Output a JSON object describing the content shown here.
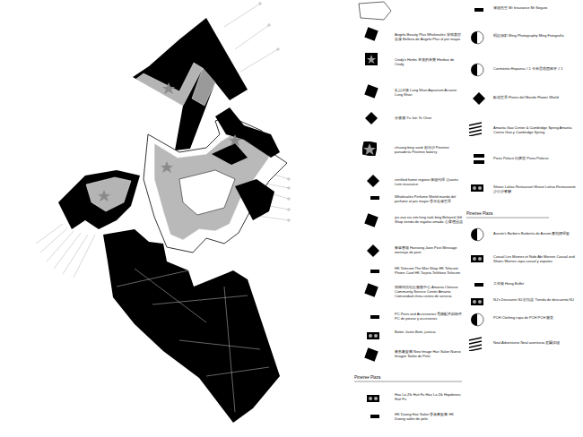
{
  "diagram": {
    "labels": [
      "Pinetree Plaza",
      "Pinetree Plaza"
    ],
    "legend": [
      {
        "text": "Angelo Beauty Plus Wholesales 安琪美容批發 Belleza de Angelo Plus al por mayor"
      },
      {
        "text": "Cindy's Herbs 辛迪的草藥 Hierbas de Cindy"
      },
      {
        "text": "龍山水族 Lung Shan Aquarium Acuario Lung Shan"
      },
      {
        "text": "余俊德 Yu Jun Te Chun"
      },
      {
        "text": "chuang bing sand 創冰沙 Pinetree panadería Pinetree bakery"
      },
      {
        "text": "certified home regions 保險代理 Quantu Lem insurance"
      },
      {
        "text": "Wholesales Perfume World mundo del perfume al por mayor 香水批發世界"
      },
      {
        "text": "yiu zuo xiu sim hing tuok bing Beloved Gift Shop tienda de regalos amado 心愛禮品店"
      },
      {
        "text": "新華書報 Hansong Joon Post Message mensaje de post"
      },
      {
        "text": "HK Telecom The Mini Shop HK Telecom Phone Card HK Tarjeta Teléfono Telecom"
      },
      {
        "text": "四神街坊社區服務中心 Amanta Chinese Community Service Center Amanta Comunidad china centro de servicio"
      },
      {
        "text": "PC Parts and Accessories 電腦配件與附件 PC de piezas y accesorios"
      },
      {
        "text": "Botter Justis Botti, justicia"
      },
      {
        "text": "新形象髮廊 New Image Hair Salon Nuevo Imagen Salón de Pelo"
      },
      {
        "text": "Hau La Zik Huit Fu Hau La Zik Hapdeneu Huit Fu"
      },
      {
        "text": "HK Duong Hair Salon 香港東髮廊 HK Duong salón de pelo"
      },
      {
        "text": "保險先生 Mr Insurance Mr Seguro"
      },
      {
        "text": "明記攝影 Ming Photography Ming Fotografía"
      },
      {
        "text": "Carmienta Hispania # 1 卡米恩塔西班牙 # 1"
      },
      {
        "text": "鮮花世界 Flores del Mundo Flower World"
      },
      {
        "text": "Amanta Gao Center & Cambridge Spring Amanta Centro Gao y Cambridge Spring"
      },
      {
        "text": "Pizza Palace 比薩宮 Pizza Palacio"
      },
      {
        "text": "Shoun Lahsa Restaurant Shoun Lahsa Restaurante 少拉沙餐廳"
      },
      {
        "text": "Aurum's Barbers Barbería de Aurum 奧勒姆理髮"
      },
      {
        "text": "Casual Les Mornes et Nobi Abi Mornes Casual and Shoes Mornes ropa casual y zapatos"
      },
      {
        "text": "工作樂 Hong Buffet"
      },
      {
        "text": "NJ's Discounts NJ 折扣店 Tienda de descuento NJ"
      },
      {
        "text": "PCH Clothing ropa de PCH PCH 服裝"
      },
      {
        "text": "Neal Adventures Neal aventuras 尼爾探險"
      }
    ]
  }
}
